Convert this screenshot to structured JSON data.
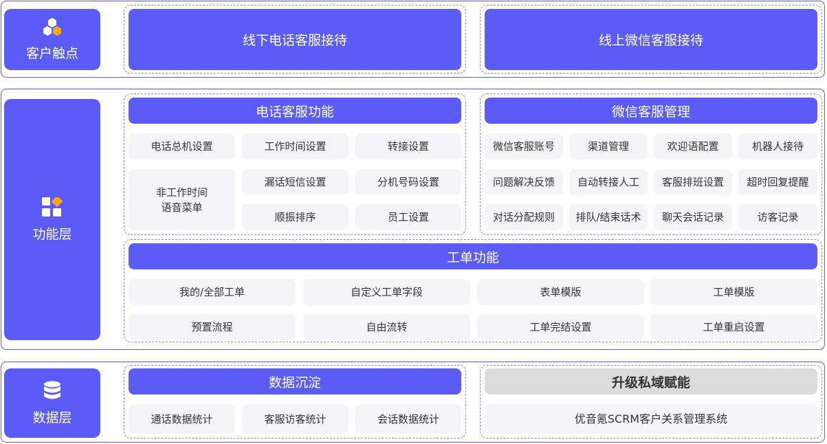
{
  "colors": {
    "accent": "#5b5cf6",
    "cell_bg": "#f5f5f7",
    "gray_header": "#dcdcdc",
    "orange": "#f5a623"
  },
  "touch": {
    "label": "客户触点",
    "offline": "线下电话客服接待",
    "online": "线上微信客服接待"
  },
  "function": {
    "label": "功能层",
    "phone": {
      "title": "电话客服功能",
      "items": [
        "电话总机设置",
        "工作时间设置",
        "转接设置",
        "漏话短信设置",
        "分机号码设置",
        "顺振排序",
        "员工设置"
      ],
      "menu_line1": "非工作时间",
      "menu_line2": "语音菜单"
    },
    "wechat": {
      "title": "微信客服管理",
      "items": [
        "微信客服账号",
        "渠道管理",
        "欢迎语配置",
        "机器人接待",
        "问题解决反馈",
        "自动转接人工",
        "客服排班设置",
        "超时回复提醒",
        "对话分配规则",
        "排队/结束话术",
        "聊天会话记录",
        "访客记录"
      ]
    },
    "ticket": {
      "title": "工单功能",
      "items": [
        "我的/全部工单",
        "自定义工单字段",
        "表单模版",
        "工单模版",
        "预置流程",
        "自由流转",
        "工单完结设置",
        "工单重启设置"
      ]
    }
  },
  "data": {
    "label": "数据层",
    "settle": {
      "title": "数据沉淀",
      "items": [
        "通话数据统计",
        "客服访客统计",
        "会话数据统计"
      ]
    },
    "upgrade": {
      "title": "升级私域赋能",
      "system": "优音氪SCRM客户关系管理系统"
    }
  }
}
